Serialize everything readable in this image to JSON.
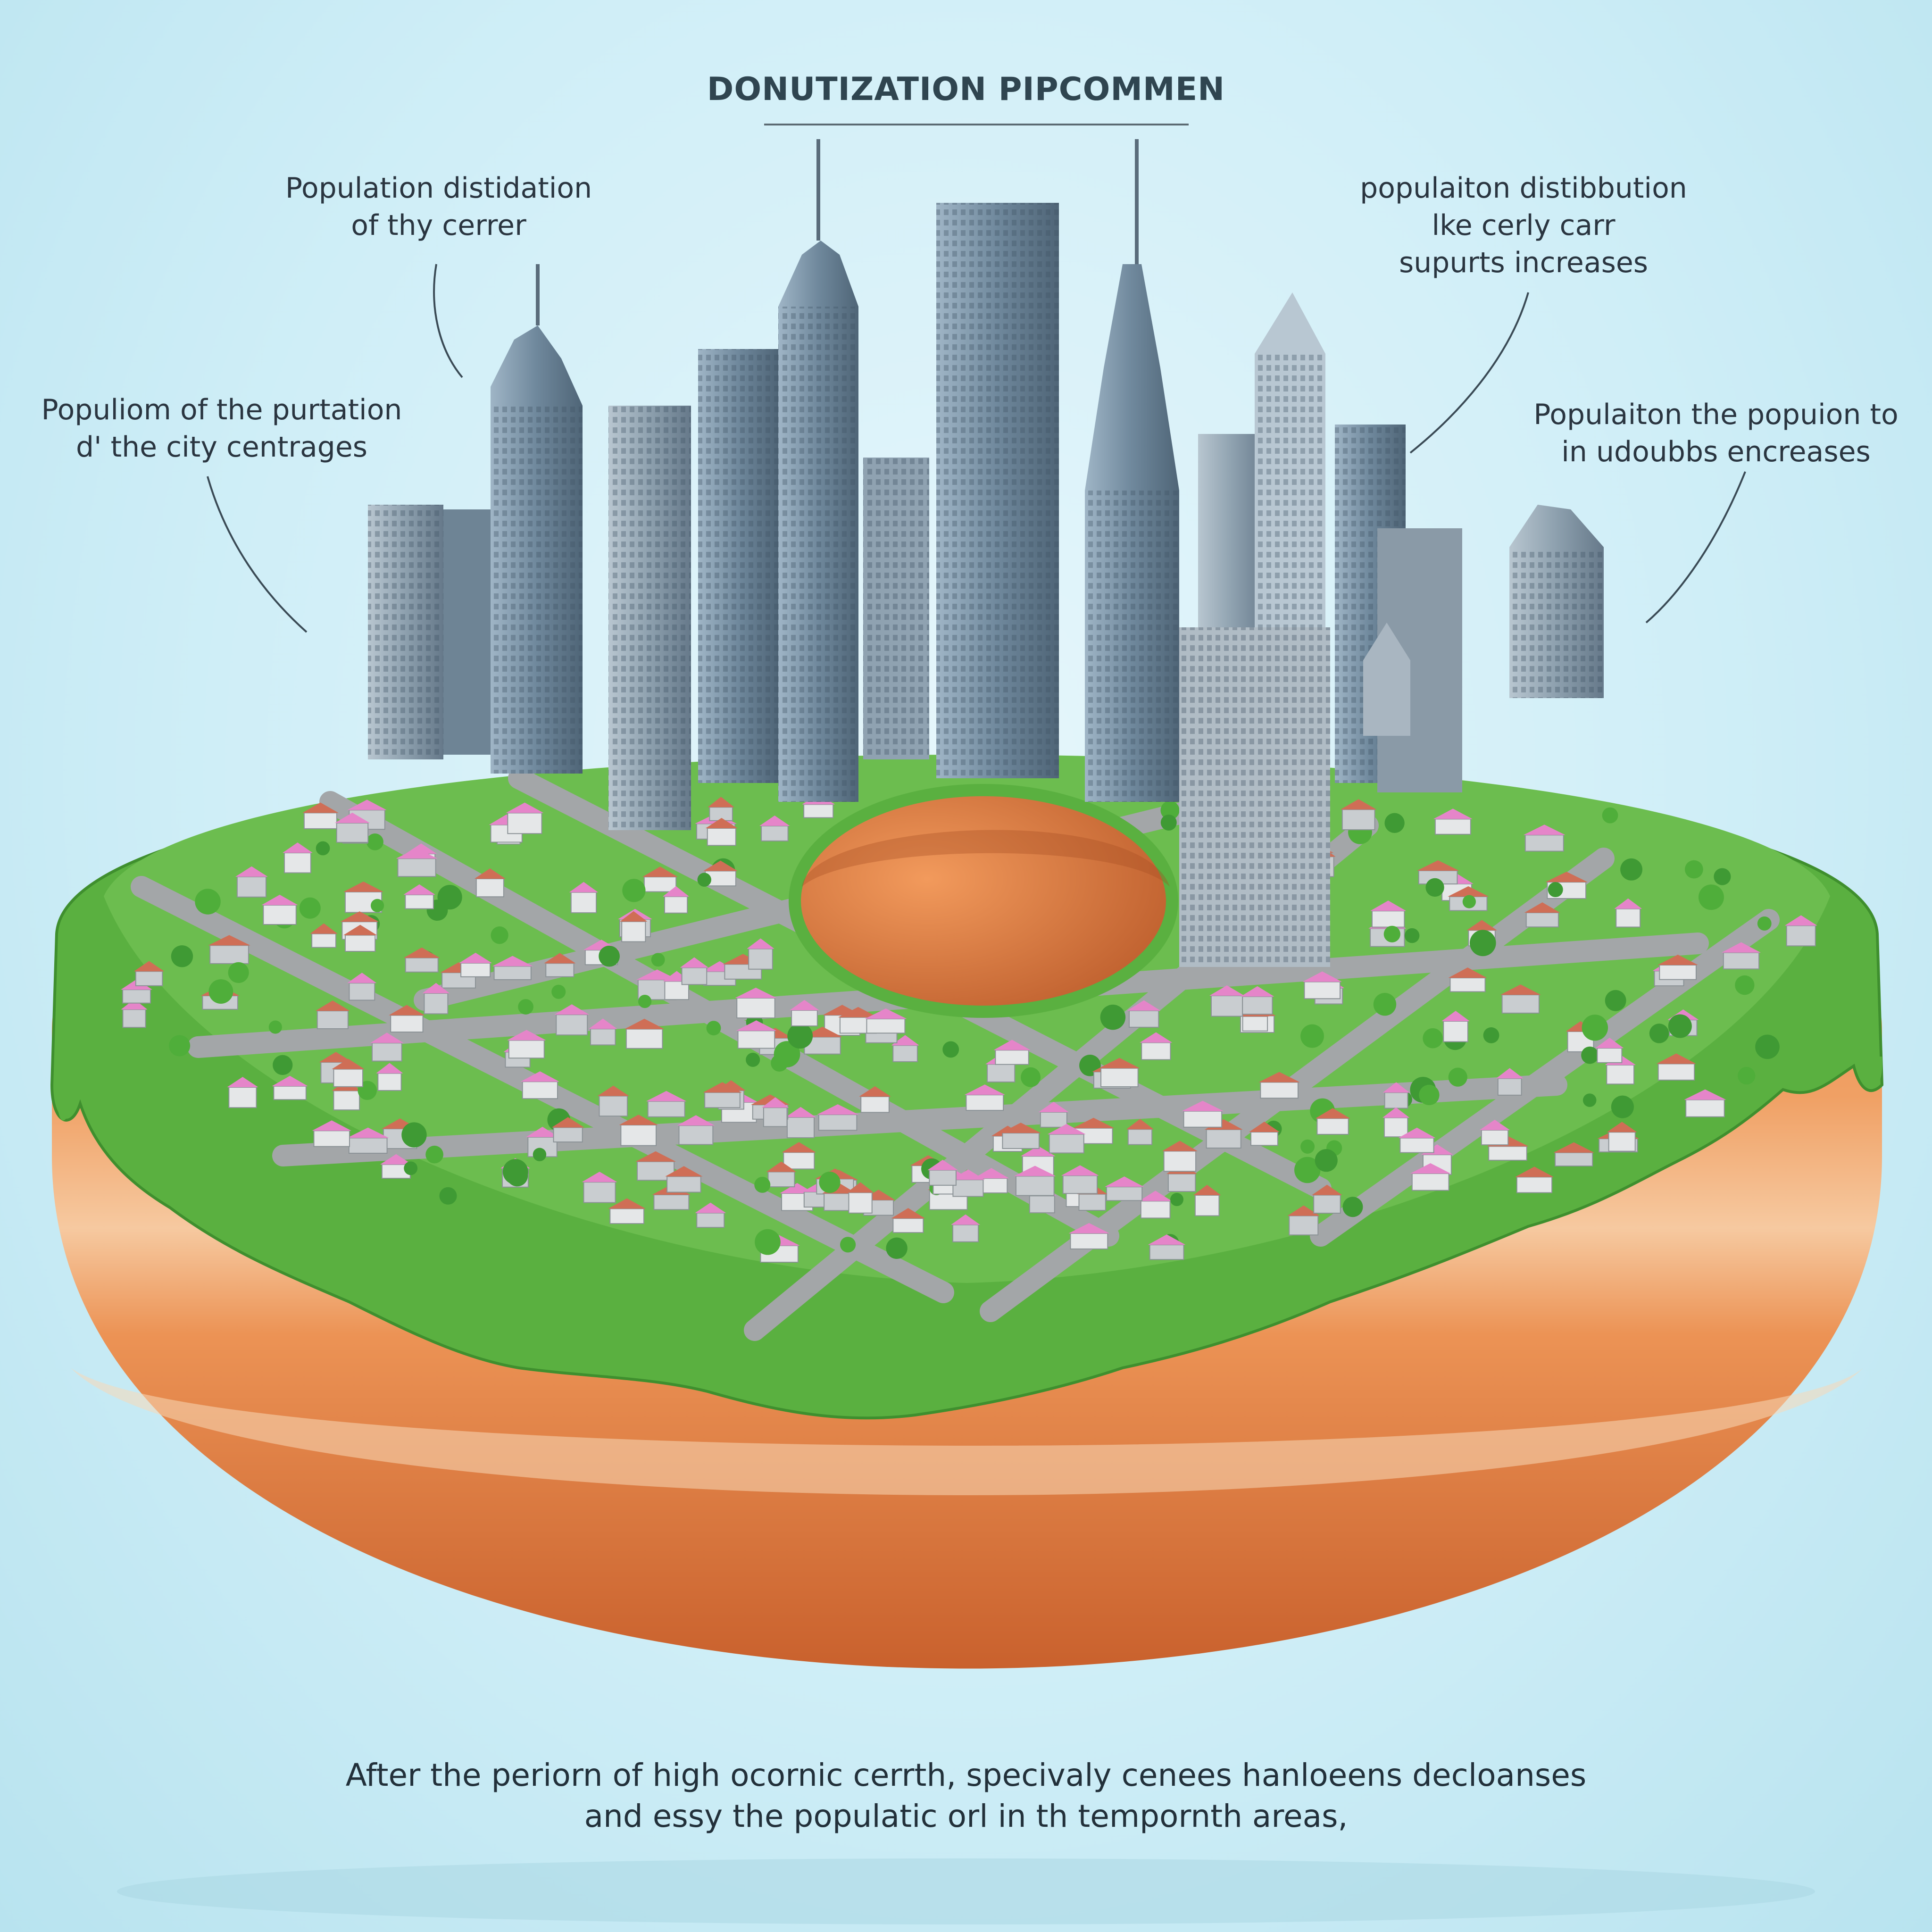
{
  "title": "DONUTIZATION PIPCOMMEN",
  "labels": {
    "top_left": [
      "Population distidation",
      "of thy cerrer"
    ],
    "mid_left": [
      "Populiom of the purtation",
      "d' the city centrages"
    ],
    "top_right": [
      "populaiton distibbution",
      "lke cerly carr",
      "supurts increases"
    ],
    "mid_right": [
      "Populaiton the popuion to",
      "in udoubbs encreases"
    ]
  },
  "caption": [
    "After the periorn of high ocornic cerrth, specivaly cenees hanloeens decloanses",
    "and essy the populatic orl in th tempornth areas,"
  ],
  "colors": {
    "background": "#cfeef7",
    "donut": "#e27a3f",
    "frosting": "#5ab040",
    "road": "#a3a6a8",
    "tower": "#7f97ab",
    "house_roof_pink": "#e585c9",
    "house_roof_red": "#cf6e56"
  }
}
